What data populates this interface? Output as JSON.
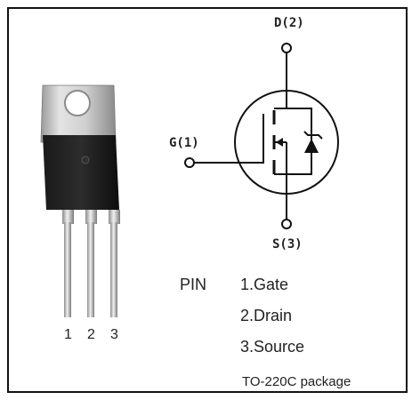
{
  "labels": {
    "drain": "D(2)",
    "gate": "G(1)",
    "source": "S(3)"
  },
  "pin_numbers": [
    "1",
    "2",
    "3"
  ],
  "pin_heading": "PIN",
  "pins": [
    "1.Gate",
    "2.Drain",
    "3.Source"
  ],
  "package": "TO-220C package"
}
